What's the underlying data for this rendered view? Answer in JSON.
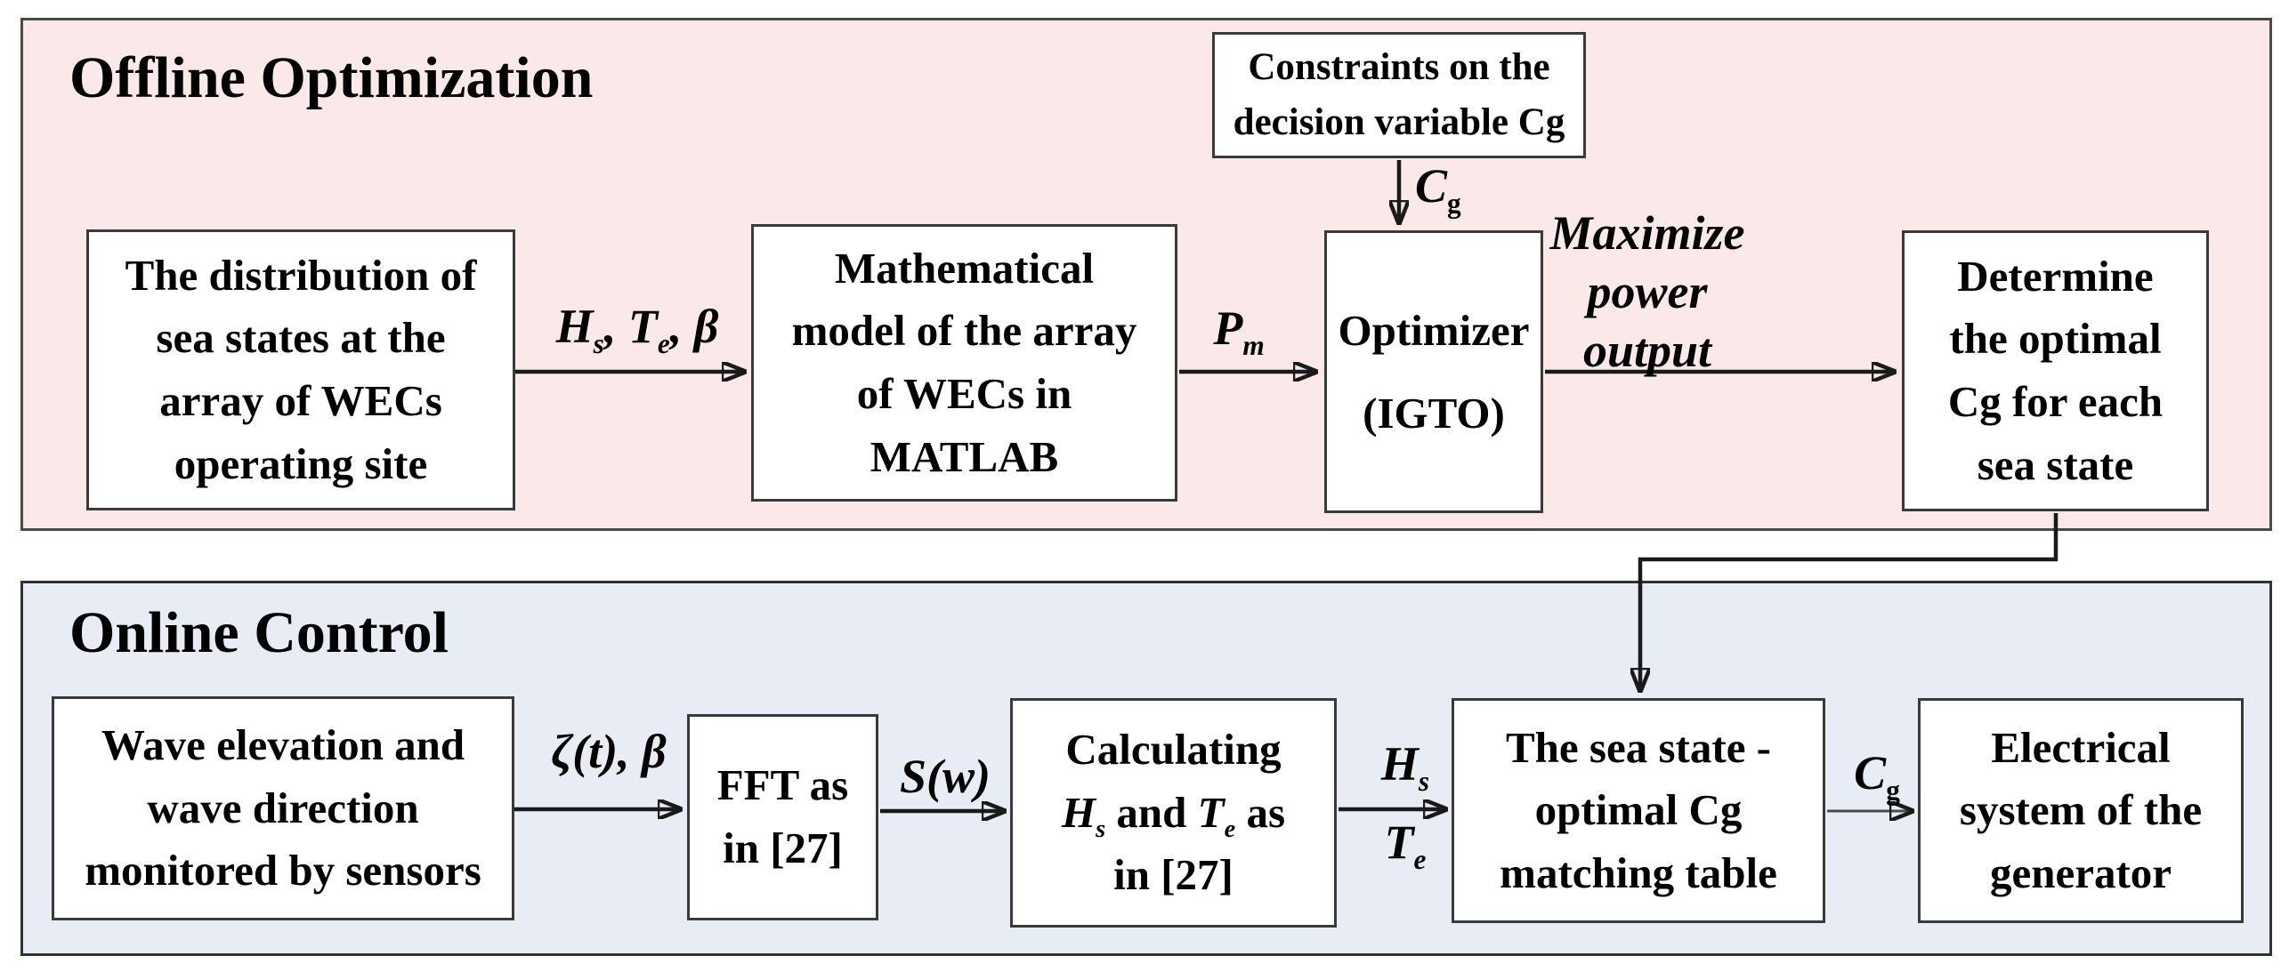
{
  "figure": {
    "type": "flowchart",
    "description": "Two-stage control scheme for an array of wave energy converters"
  },
  "panels": {
    "offline": {
      "title": "Offline Optimization",
      "bg": "#fbe9e9"
    },
    "online": {
      "title": "Online Control",
      "bg": "#e7ecf5"
    }
  },
  "boxes": {
    "sea_states": "The distribution of\nsea states at the\narray of WECs\noperating site",
    "constraints": "Constraints on the\ndecision variable Cg",
    "math_model": "Mathematical\nmodel of the array\nof WECs in\nMATLAB",
    "optimizer": "Optimizer\n(IGTO)",
    "determine": "Determine\nthe optimal\nCg for each\nsea state",
    "wave_monitor": "Wave elevation and\nwave direction\nmonitored by sensors",
    "fft": "FFT as\nin [27]",
    "calculating": [
      {
        "t": "Calculating"
      },
      {
        "br": true
      },
      {
        "t": "H",
        "i": true
      },
      {
        "t": "s",
        "sub": true,
        "i": true
      },
      {
        "t": " and "
      },
      {
        "t": "T",
        "i": true
      },
      {
        "t": "e",
        "sub": true,
        "i": true
      },
      {
        "t": " as"
      },
      {
        "br": true
      },
      {
        "t": "in [27]"
      }
    ],
    "matching_table": "The sea state -\noptimal Cg\nmatching table",
    "electrical": "Electrical\nsystem of the\ngenerator"
  },
  "labels": {
    "hs_te_beta": [
      {
        "t": "H"
      },
      {
        "t": "s",
        "sub": true
      },
      {
        "t": ", T"
      },
      {
        "t": "e",
        "sub": true
      },
      {
        "t": ", β"
      }
    ],
    "pm": [
      {
        "t": "P"
      },
      {
        "t": "m",
        "sub": true
      }
    ],
    "cg_top": [
      {
        "t": "C"
      },
      {
        "t": "g",
        "sub": true,
        "up": true
      }
    ],
    "maximize": "Maximize\npower\noutput",
    "zeta_beta": "ζ(t), β",
    "sw": "S(w)",
    "hs": [
      {
        "t": "H"
      },
      {
        "t": "s",
        "sub": true
      }
    ],
    "te": [
      {
        "t": "T"
      },
      {
        "t": "e",
        "sub": true
      }
    ],
    "cg_bottom": [
      {
        "t": "C"
      },
      {
        "t": "g",
        "sub": true,
        "up": true
      }
    ]
  },
  "colors": {
    "offline_panel_bg": "#fbe9e9",
    "online_panel_bg": "#e7ecf5",
    "box_bg": "#ffffff",
    "panel_border": "#4a4a4a",
    "box_border": "#3a3a3a",
    "arrow": "#1a1a1a",
    "text": "#000000"
  }
}
